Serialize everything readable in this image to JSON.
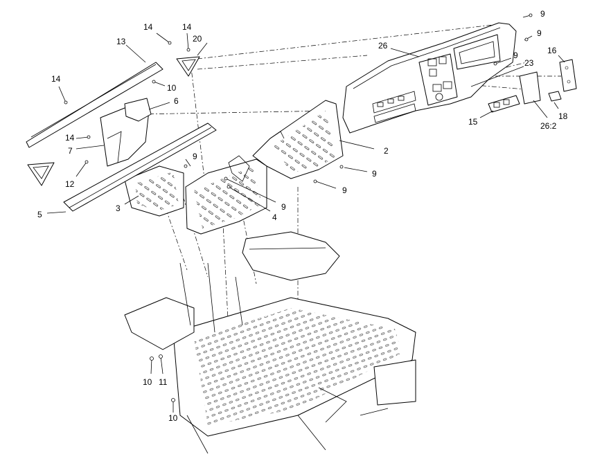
{
  "diagram": {
    "callouts": {
      "c9a": "9",
      "c9b": "9",
      "c9c": "9",
      "c9d": "9",
      "c9e": "9",
      "c9f": "9",
      "c9g": "9",
      "c14a": "14",
      "c14b": "14",
      "c14c": "14",
      "c14d": "14",
      "c20": "20",
      "c13": "13",
      "c10a": "10",
      "c10b": "10",
      "c10c": "10",
      "c6": "6",
      "c26": "26",
      "c16": "16",
      "c23": "23",
      "c18": "18",
      "c15": "15",
      "c26_2": "26:2",
      "c2": "2",
      "c7": "7",
      "c12": "12",
      "c5": "5",
      "c3": "3",
      "c4": "4",
      "c11": "11"
    }
  }
}
